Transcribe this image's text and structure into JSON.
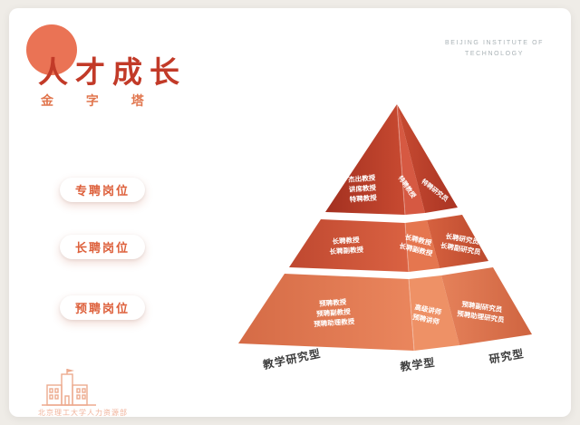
{
  "header": {
    "title": "人才成长",
    "subtitle": "金 字 塔",
    "org_line1": "BEIJING INSTITUTE OF",
    "org_line2": "TECHNOLOGY"
  },
  "categories": [
    {
      "label": "专聘岗位"
    },
    {
      "label": "长聘岗位"
    },
    {
      "label": "预聘岗位"
    }
  ],
  "pyramid": {
    "tiers": [
      {
        "category": "专聘岗位",
        "left": [
          "杰出教授",
          "讲席教授",
          "特聘教授"
        ],
        "middle": [
          "特聘教授"
        ],
        "right": [
          "特聘研究员"
        ]
      },
      {
        "category": "长聘岗位",
        "left": [
          "长聘教授",
          "长聘副教授"
        ],
        "middle": [
          "长聘教授",
          "长聘副教授"
        ],
        "right": [
          "长聘研究员",
          "长聘副研究员"
        ]
      },
      {
        "category": "预聘岗位",
        "left": [
          "预聘教授",
          "预聘副教授",
          "预聘助理教授"
        ],
        "middle": [
          "高级讲师",
          "预聘讲师"
        ],
        "right": [
          "预聘副研究员",
          "预聘助理研究员"
        ]
      }
    ],
    "axis_labels": [
      "教学研究型",
      "教学型",
      "研究型"
    ]
  },
  "footer": {
    "org": "北京理工大学人力资源部"
  },
  "colors": {
    "accent": "#c23a28",
    "salmon": "#ea7355",
    "pill_text": "#dd5f3a",
    "axis_text": "#3c3c3c",
    "tier_top": "#b43a28",
    "tier_middle": "#d05a3c",
    "tier_bottom": "#e07a52"
  }
}
